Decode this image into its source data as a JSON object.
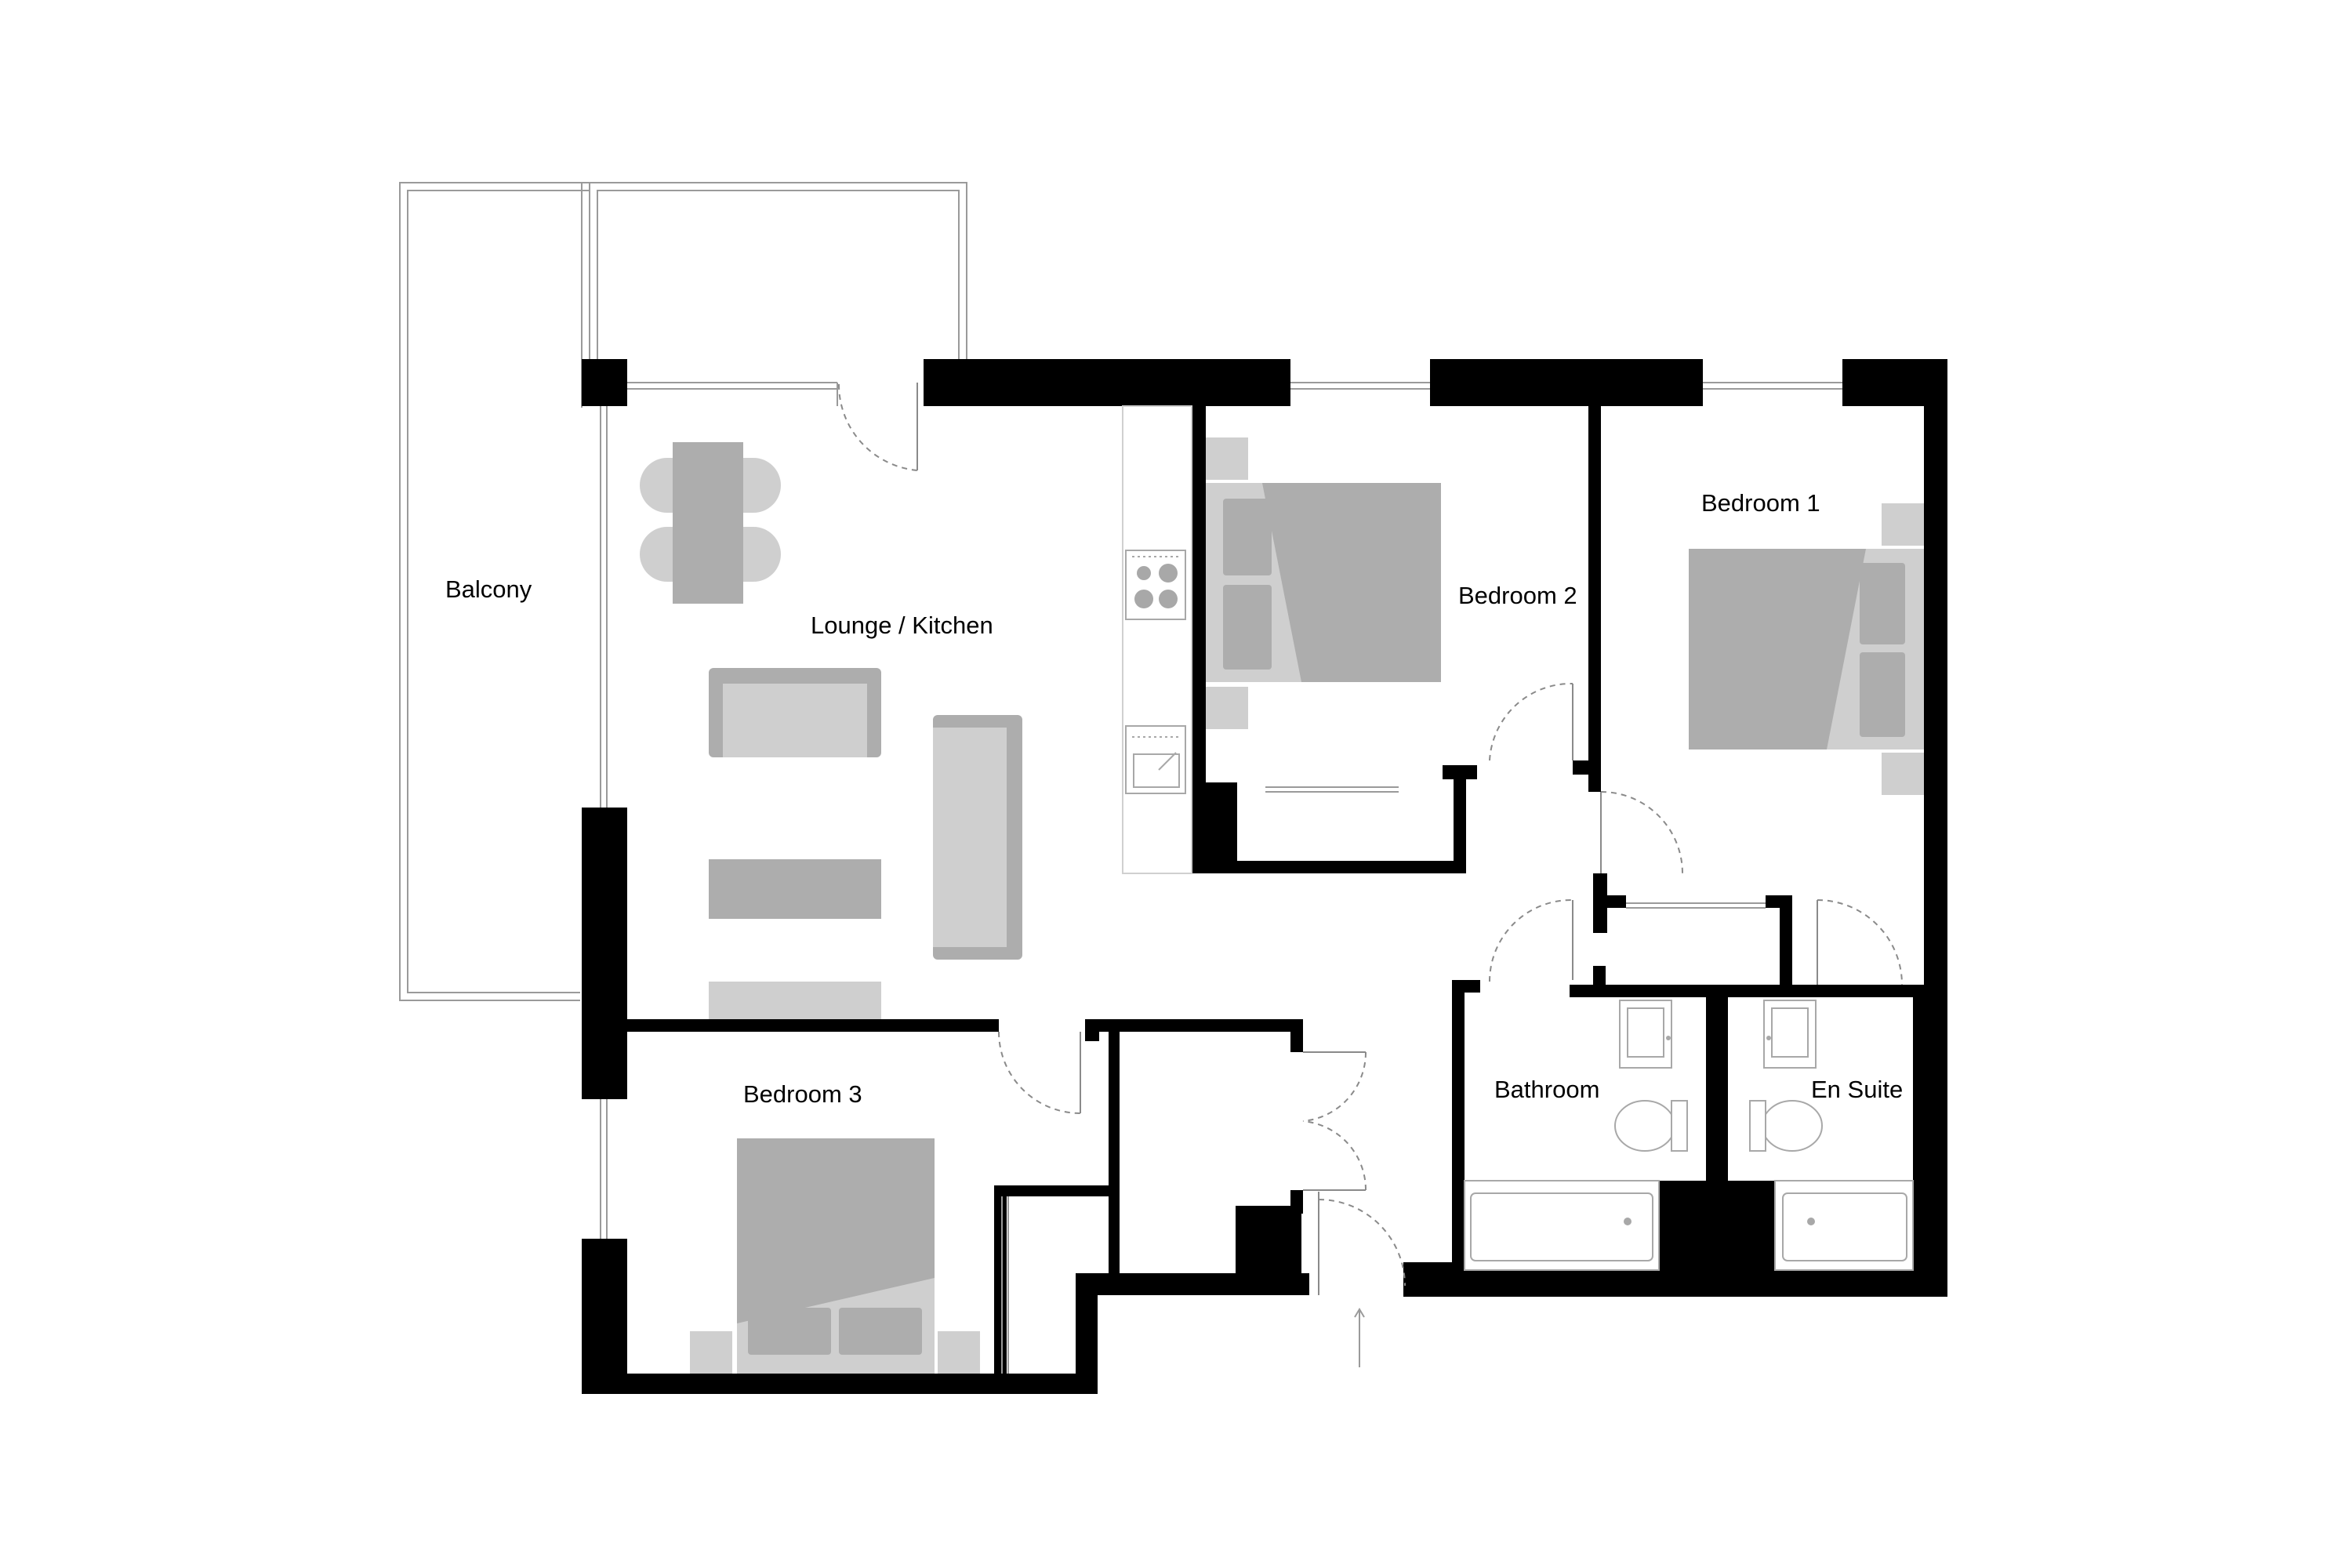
{
  "rooms": {
    "balcony": "Balcony",
    "lounge_kitchen": "Lounge / Kitchen",
    "bedroom_1": "Bedroom 1",
    "bedroom_2": "Bedroom 2",
    "bedroom_3": "Bedroom 3",
    "bathroom": "Bathroom",
    "en_suite": "En Suite"
  },
  "colors": {
    "wall": "#000000",
    "furniture_dark": "#adadad",
    "furniture_light": "#cfcfcf",
    "background": "#ffffff"
  },
  "icons": [
    "door-swing-icon",
    "hob-icon",
    "sink-icon",
    "toilet-icon",
    "bathtub-icon",
    "entrance-arrow-icon"
  ]
}
